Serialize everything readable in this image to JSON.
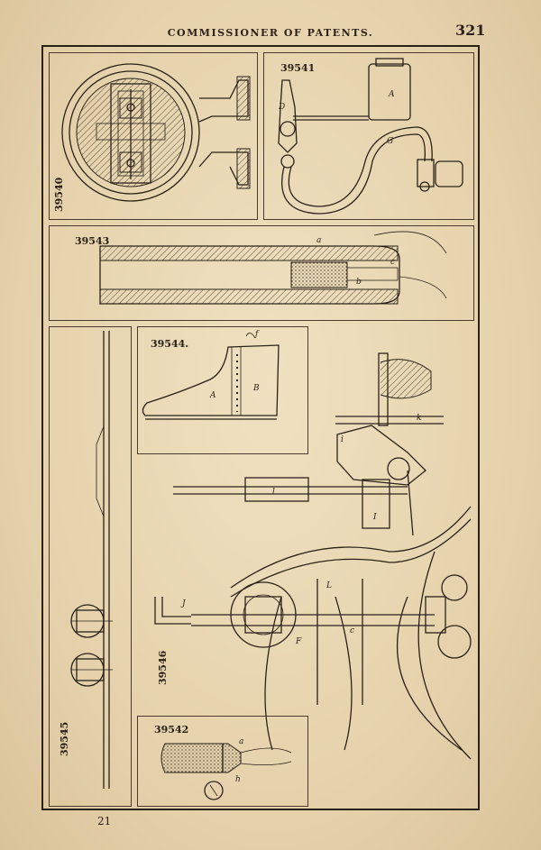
{
  "header": {
    "title": "COMMISSIONER OF PATENTS.",
    "page_number": "321"
  },
  "footer": {
    "signature_mark": "21"
  },
  "figures": {
    "fig_39540": {
      "number": "39540"
    },
    "fig_39541": {
      "number": "39541",
      "letters": [
        "A",
        "D",
        "G"
      ]
    },
    "fig_39543": {
      "number": "39543",
      "letters": [
        "a",
        "b",
        "c"
      ]
    },
    "fig_39544": {
      "number": "39544.",
      "letters": [
        "A",
        "B",
        "f"
      ]
    },
    "fig_39545": {
      "number": "39545"
    },
    "fig_39546": {
      "number": "39546",
      "letters": [
        "L",
        "J",
        "F",
        "c",
        "I",
        "i",
        "k",
        "l"
      ]
    },
    "fig_39542": {
      "number": "39542",
      "letters": [
        "a",
        "h"
      ]
    }
  }
}
